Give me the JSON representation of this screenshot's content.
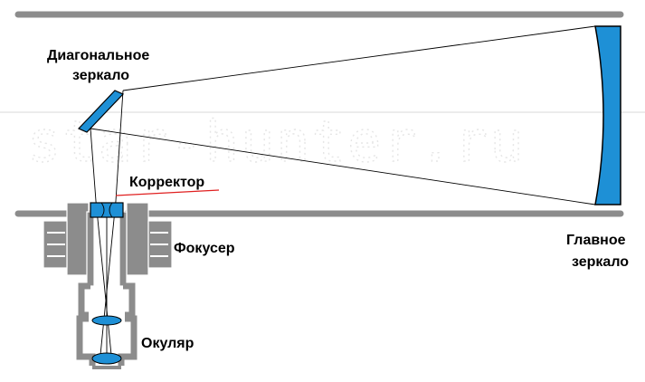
{
  "labels": {
    "diagonal_mirror_line1": "Диагональное",
    "diagonal_mirror_line2": "зеркало",
    "corrector": "Корректор",
    "focuser": "Фокусер",
    "eyepiece": "Окуляр",
    "primary_mirror_line1": "Главное",
    "primary_mirror_line2": "зеркало"
  },
  "watermark": "star-hunter.ru",
  "colors": {
    "tube": "#8c8c8c",
    "glass": "#1e90d6",
    "line": "#000000",
    "underline": "#e02020",
    "watermark": "#e6e6e6"
  }
}
